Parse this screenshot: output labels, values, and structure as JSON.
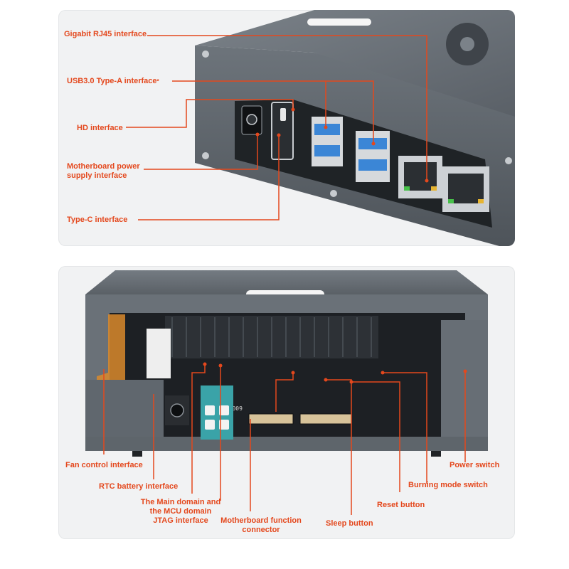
{
  "top_panel": {
    "labels": {
      "rj45": "Gigabit RJ45 interface",
      "usb3": "USB3.0 Type-A interface",
      "usb3_mark": "*",
      "hd": "HD interface",
      "power_supply_line1": "Motherboard power",
      "power_supply_line2": "supply interface",
      "typec": "Type-C interface"
    }
  },
  "bottom_panel": {
    "labels": {
      "fan": "Fan control interface",
      "rtc": "RTC battery interface",
      "jtag_line1": "The Main domain and",
      "jtag_line2": "the MCU domain",
      "jtag_line3": "JTAG interface",
      "function_line1": "Motherboard function",
      "function_line2": "connector",
      "sleep": "Sleep button",
      "reset": "Reset button",
      "burning": "Burning mode switch",
      "power": "Power switch"
    },
    "board_silkscreen": "01A009"
  },
  "colors": {
    "accent": "#e4481d",
    "chassis": "#5d646b",
    "usb_blue": "#3b86d6",
    "connector_teal": "#3aa3a8",
    "panel_bg": "#f1f2f3"
  }
}
